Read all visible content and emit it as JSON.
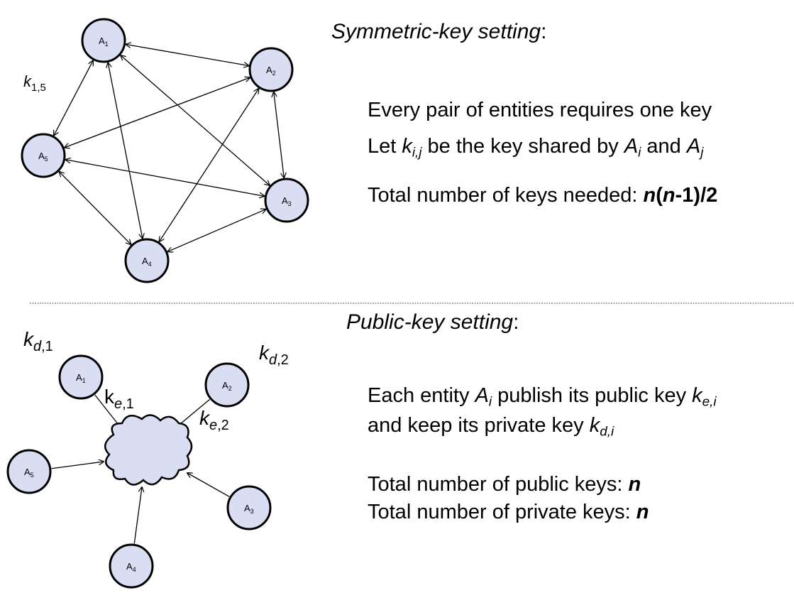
{
  "symmetric": {
    "title": "Symmetric-key setting",
    "title_suffix": ":",
    "line1": "Every pair of entities requires one key",
    "line2": {
      "p1": "Let ",
      "k": "k",
      "k_sub": "i,j",
      "p2": " be the key shared by ",
      "a1": "A",
      "a1_sub": "i",
      "p3": " and ",
      "a2": "A",
      "a2_sub": "j"
    },
    "line3": {
      "text": "Total number of keys needed: ",
      "n1": "n",
      "paren_open": "(",
      "n2": "n",
      "rest": "-1)/2"
    },
    "nodes": [
      {
        "id": "A1",
        "base": "A",
        "sub": "1"
      },
      {
        "id": "A2",
        "base": "A",
        "sub": "2"
      },
      {
        "id": "A3",
        "base": "A",
        "sub": "3"
      },
      {
        "id": "A4",
        "base": "A",
        "sub": "4"
      },
      {
        "id": "A5",
        "base": "A",
        "sub": "5"
      }
    ],
    "key_label": {
      "k": "k",
      "sub": "1,5"
    }
  },
  "public": {
    "title": "Public-key setting",
    "title_suffix": ":",
    "line1": {
      "p1": "Each entity ",
      "a": "A",
      "a_sub": "i",
      "p2": " publish its public key ",
      "k": "k",
      "k_sub": "e,i"
    },
    "line2": {
      "p1": "and keep its private key ",
      "k": "k",
      "k_sub": "d,i"
    },
    "line3": {
      "text": "Total number of public keys: ",
      "n": "n"
    },
    "line4": {
      "text": "Total number of private keys: ",
      "n": "n"
    },
    "nodes": [
      {
        "id": "A1",
        "base": "A",
        "sub": "1"
      },
      {
        "id": "A2",
        "base": "A",
        "sub": "2"
      },
      {
        "id": "A3",
        "base": "A",
        "sub": "3"
      },
      {
        "id": "A4",
        "base": "A",
        "sub": "4"
      },
      {
        "id": "A5",
        "base": "A",
        "sub": "5"
      }
    ],
    "labels": {
      "kd1": {
        "k": "k",
        "sub_it": "d",
        "sub_rest": ",1"
      },
      "kd2": {
        "k": "k",
        "sub_it": "d",
        "sub_rest": ",2"
      },
      "ke1": {
        "k": "k",
        "sub_it": "e",
        "sub_rest": ",1"
      },
      "ke2": {
        "k": "k",
        "sub_it": "e",
        "sub_rest": ",2"
      }
    }
  },
  "colors": {
    "node_fill": "#d9def2",
    "stroke": "#000000"
  }
}
